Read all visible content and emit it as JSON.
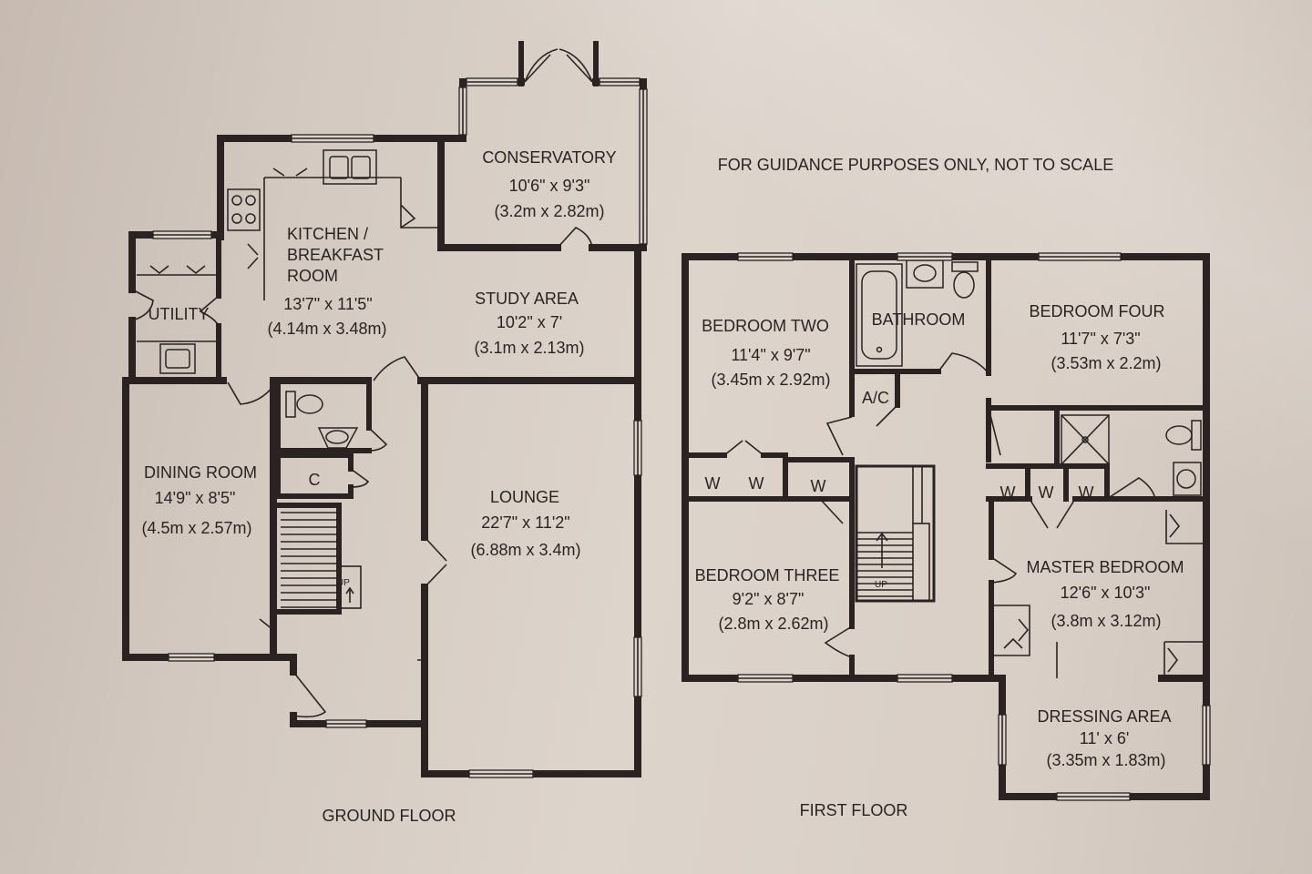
{
  "note": "FOR GUIDANCE PURPOSES ONLY, NOT TO SCALE",
  "colors": {
    "paper": "#dbd2c9",
    "ink": "#2a2321"
  },
  "ground_floor": {
    "title": "GROUND FLOOR",
    "conservatory": {
      "name": "CONSERVATORY",
      "imperial": "10'6\" x 9'3\"",
      "metric": "(3.2m x 2.82m)"
    },
    "kitchen": {
      "name_lines": [
        "KITCHEN /",
        "BREAKFAST",
        "ROOM"
      ],
      "imperial": "13'7\" x 11'5\"",
      "metric": "(4.14m x 3.48m)"
    },
    "utility": {
      "name": "UTILITY"
    },
    "study_area": {
      "name": "STUDY AREA",
      "imperial": "10'2\" x 7'",
      "metric": "(3.1m x 2.13m)"
    },
    "dining_room": {
      "name": "DINING ROOM",
      "imperial": "14'9\" x 8'5\"",
      "metric": "(4.5m x 2.57m)"
    },
    "lounge": {
      "name": "LOUNGE",
      "imperial": "22'7\" x 11'2\"",
      "metric": "(6.88m x 3.4m)"
    },
    "cupboard_label": "C",
    "stairs_label": "UP"
  },
  "first_floor": {
    "title": "FIRST FLOOR",
    "bedroom_two": {
      "name": "BEDROOM TWO",
      "imperial": "11'4\" x 9'7\"",
      "metric": "(3.45m x 2.92m)"
    },
    "bathroom": {
      "name": "BATHROOM"
    },
    "bedroom_four": {
      "name": "BEDROOM FOUR",
      "imperial": "11'7\" x 7'3\"",
      "metric": "(3.53m x 2.2m)"
    },
    "airing_cupboard_label": "A/C",
    "wardrobe_labels": [
      "W",
      "W",
      "W",
      "W",
      "W",
      "W"
    ],
    "bedroom_three": {
      "name": "BEDROOM THREE",
      "imperial": "9'2\" x 8'7\"",
      "metric": "(2.8m x 2.62m)"
    },
    "master_bedroom": {
      "name": "MASTER BEDROOM",
      "imperial": "12'6\" x 10'3\"",
      "metric": "(3.8m x 3.12m)"
    },
    "dressing_area": {
      "name": "DRESSING AREA",
      "imperial": "11' x 6'",
      "metric": "(3.35m x 1.83m)"
    },
    "stairs_label": "UP"
  }
}
